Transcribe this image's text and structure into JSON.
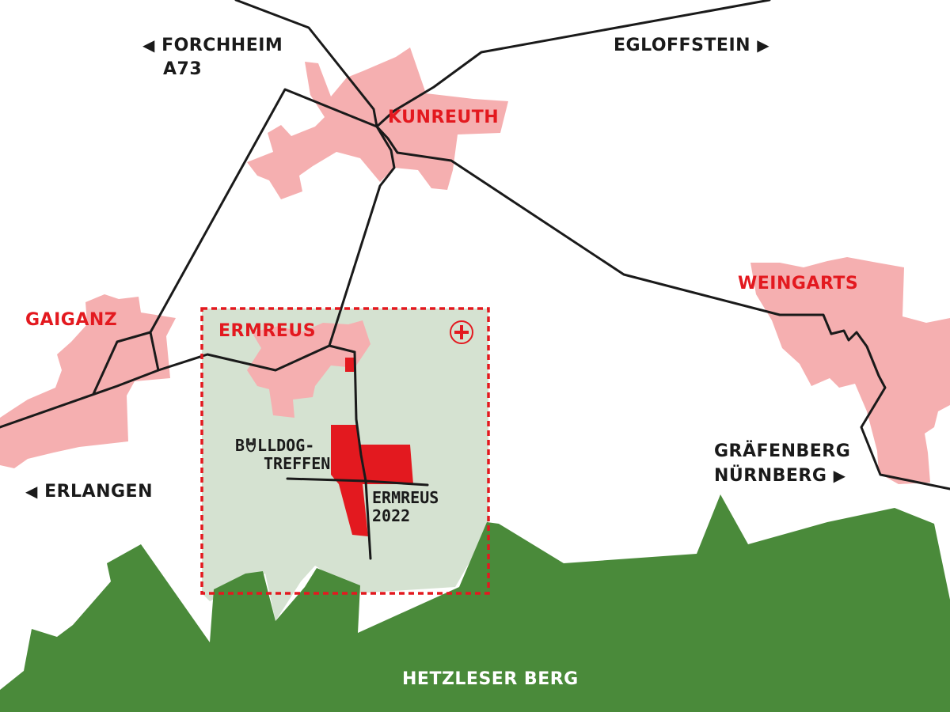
{
  "colors": {
    "background": "#ffffff",
    "village": "#f5afb0",
    "venue_area": "#d5e2d1",
    "forest": "#4a8a3a",
    "event_site": "#e3191f",
    "road": "#1a1a1a",
    "accent_red": "#e3191f"
  },
  "destinations": {
    "forchheim": {
      "arrow": "◀",
      "line1": "FORCHHEIM",
      "line2": "A73"
    },
    "egloffstein": {
      "label": "EGLOFFSTEIN",
      "arrow": "▶"
    },
    "erlangen": {
      "arrow": "◀",
      "label": "ERLANGEN"
    },
    "graefenberg": {
      "line1": "GRÄFENBERG",
      "line2": "NÜRNBERG",
      "arrow": "▶"
    }
  },
  "places": {
    "kunreuth": "KUNREUTH",
    "weingarts": "WEINGARTS",
    "gaiganz": "GAIGANZ",
    "ermreus": "ERMREUS"
  },
  "event": {
    "bulldog_prefix": "B",
    "bulldog_rest": "LLDOG-",
    "bulldog_line2": "TREFFEN",
    "ermreus_line1": "ERMREUS",
    "ermreus_line2": "2022",
    "hand_icon": "rock-hand-icon"
  },
  "features": {
    "forest": "HETZLESER BERG",
    "first_aid_icon": "first-aid-icon"
  }
}
